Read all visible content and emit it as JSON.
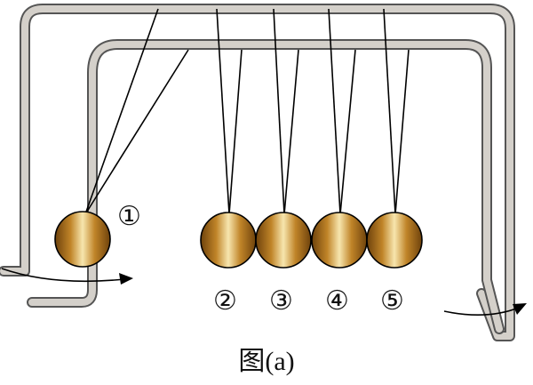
{
  "caption": "图(a)",
  "balls": [
    {
      "label": "①"
    },
    {
      "label": "②"
    },
    {
      "label": "③"
    },
    {
      "label": "④"
    },
    {
      "label": "⑤"
    }
  ],
  "colors": {
    "frame_outline": "#555555",
    "frame_fill": "#d4d0ca",
    "ball_dark": "#7a4a10",
    "ball_mid": "#c9892a",
    "ball_light": "#f6e2a8",
    "string": "#000000"
  }
}
